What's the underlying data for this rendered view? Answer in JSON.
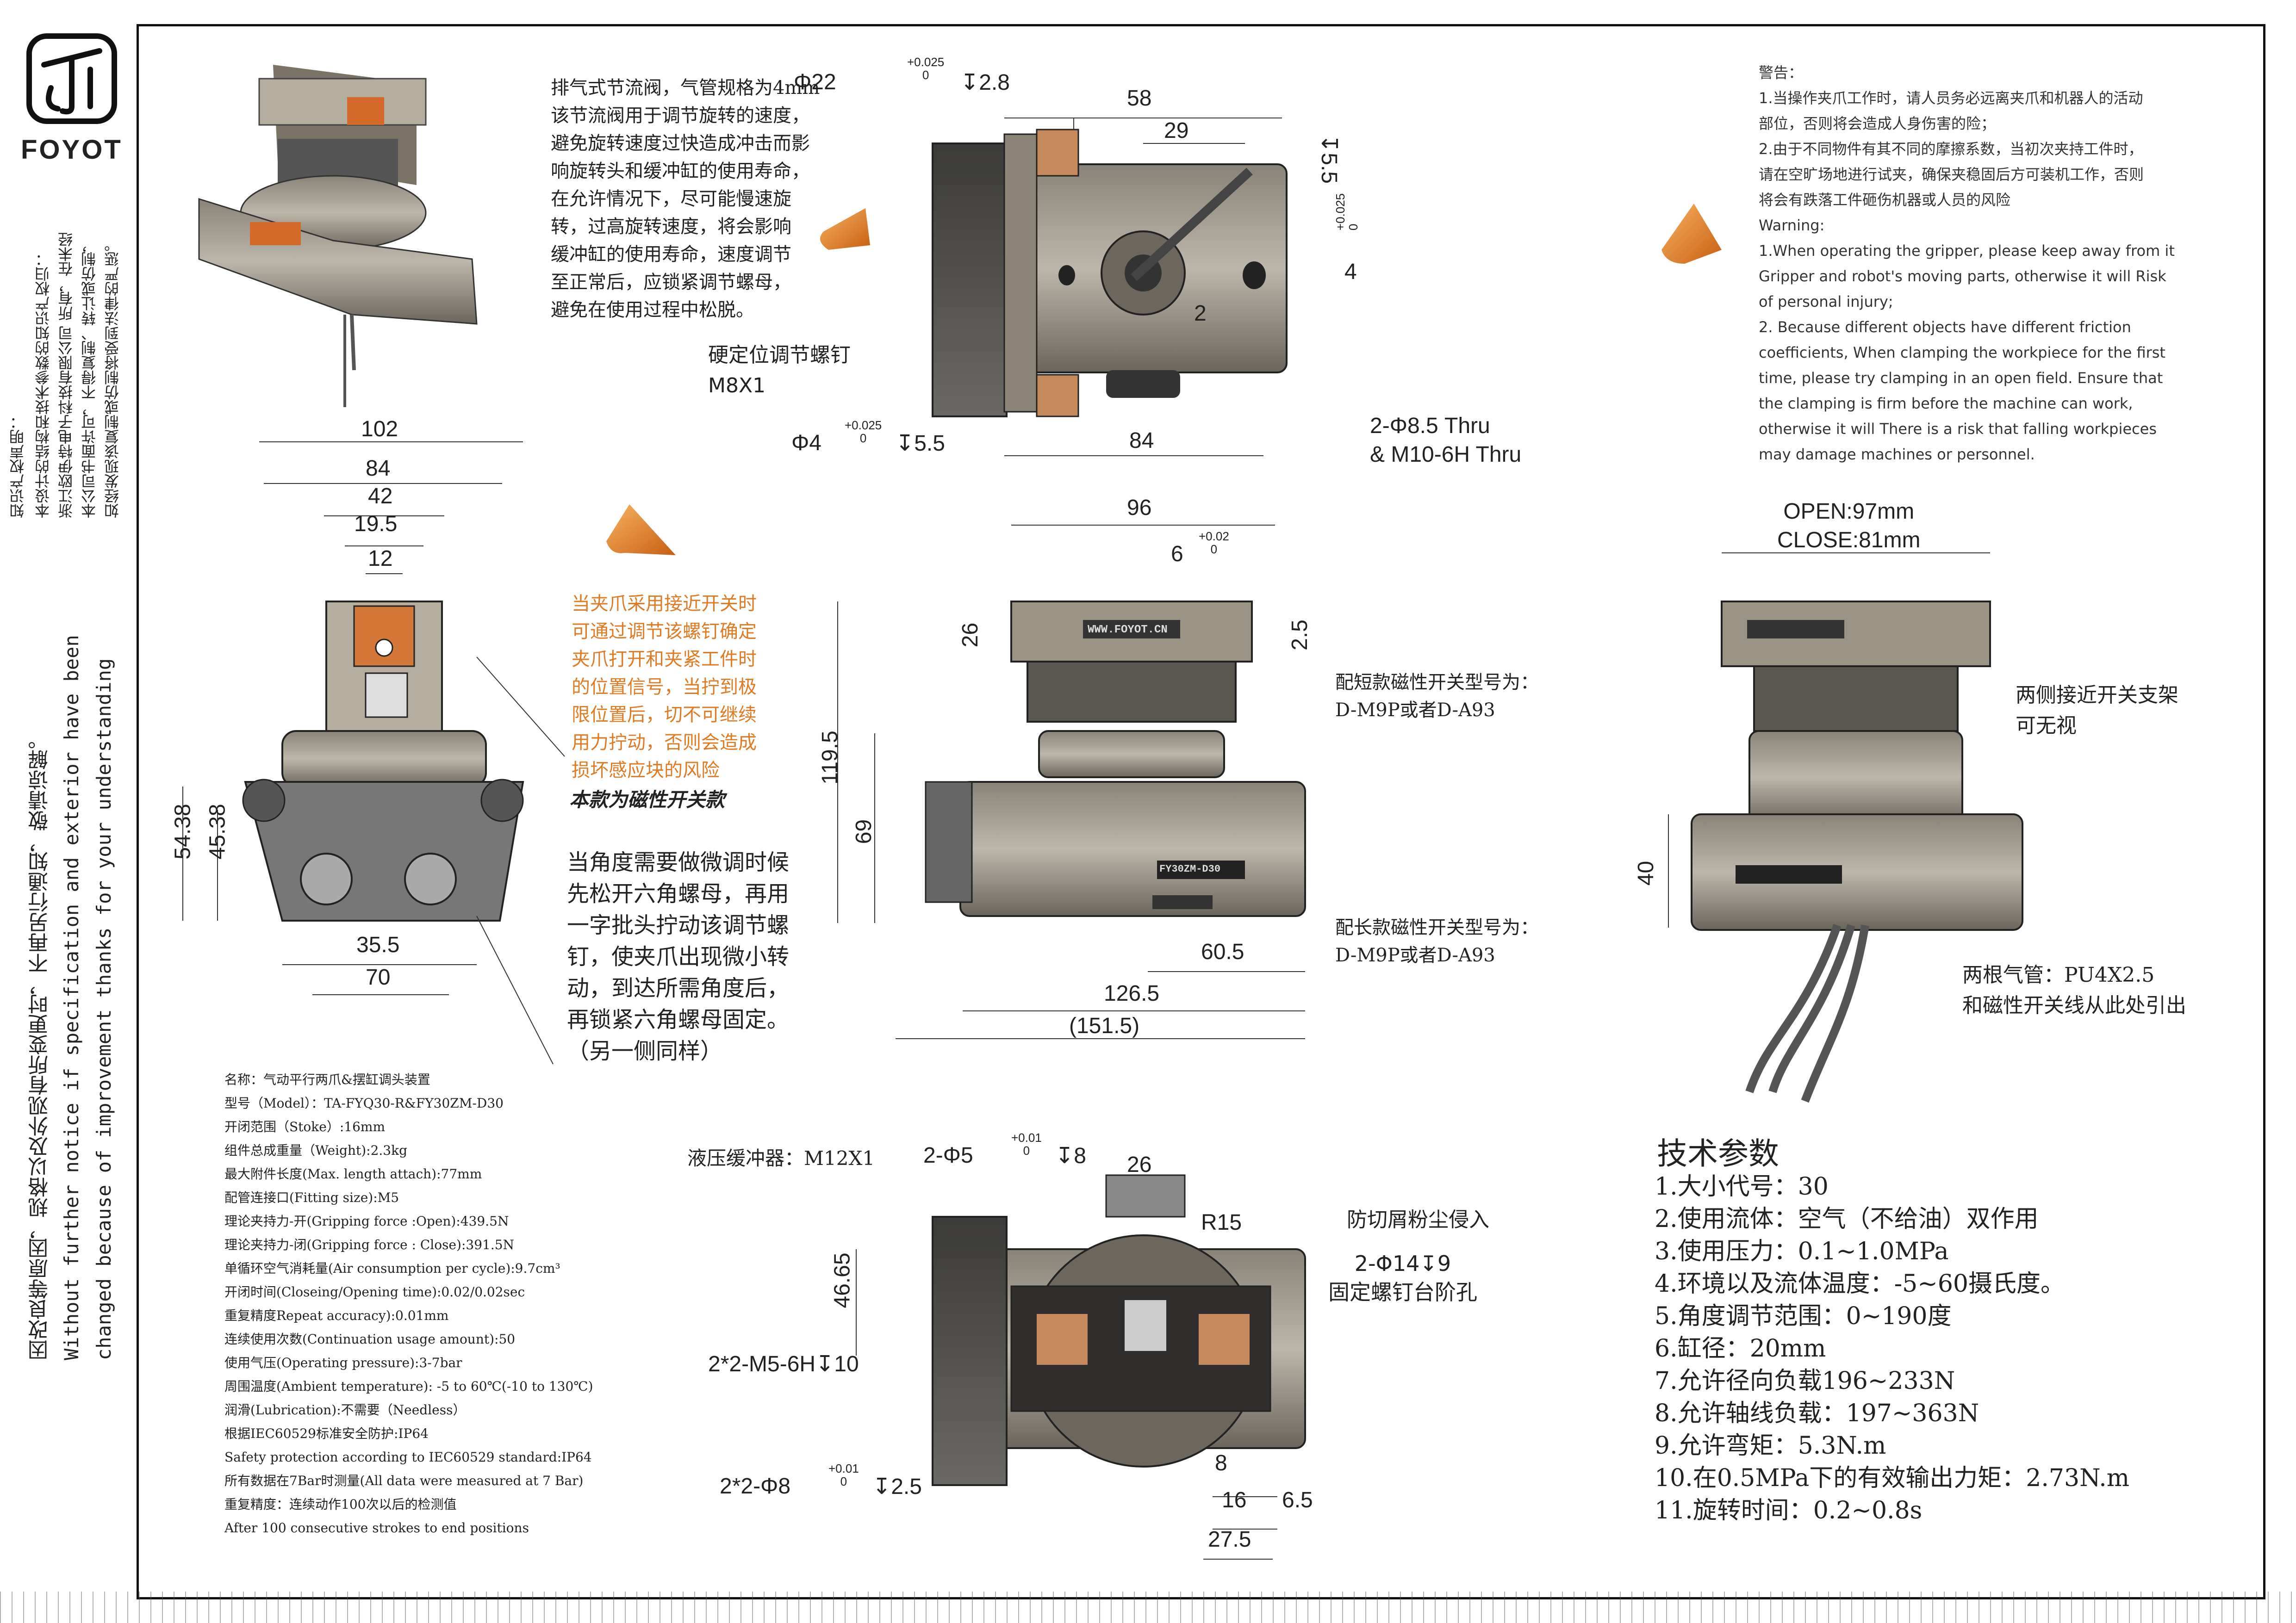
{
  "brand": {
    "name": "FOYOT"
  },
  "side_notes": {
    "ip_title": "知识产权声明：",
    "ip_line1": "本设计的结构和技术参数的知识产权归：",
    "ip_line2": "浙江欧伊特电子科技有限公司 所有，在未经",
    "ip_line3": "本公司书面许可，不得复制、转让或仿制，",
    "ip_line4": "如经发现该复制或仿制将受到法律的严惩。",
    "change_cn": "因改良等原因，规格以及外观有所变更时，不再另行通知，敬请谅解。",
    "change_en1": "Without further notice if specification and exterior have been",
    "change_en2": "changed because of improvement thanks for your understanding"
  },
  "notes": {
    "exhaust": "排气式节流阀，气管规格为4mm\n该节流阀用于调节旋转的速度，\n避免旋转速度过快造成冲击而影\n响旋转头和缓冲缸的使用寿命，\n在允许情况下，尽可能慢速旋\n转，过高旋转速度，将会影响\n缓冲缸的使用寿命，速度调节\n至正常后，应锁紧调节螺母，\n避免在使用过程中松脱。",
    "hard_stop": "硬定位调节螺钉\nM8X1",
    "proximity": "当夹爪采用接近开关时\n可通过调节该螺钉确定\n夹爪打开和夹紧工件时\n的位置信号，当拧到极\n限位置后，切不可继续\n用力拧动，否则会造成\n损坏感应块的风险",
    "magnetic": "本款为磁性开关款",
    "angle": "当角度需要做微调时候\n先松开六角螺母，再用\n一字批头拧动该调节螺\n钉，使夹爪出现微小转\n动，到达所需角度后，\n再锁紧六角螺母固定。\n（另一侧同样）",
    "short_switch": "配短款磁性开关型号为：\nD-M9P或者D-A93",
    "long_switch": "配长款磁性开关型号为：\nD-M9P或者D-A93",
    "side_bracket": "两侧接近开关支架\n可无视",
    "air_tubes": "两根气管：PU4X2.5\n和磁性开关线从此处引出",
    "open_close": "OPEN:97mm\nCLOSE:81mm",
    "hydraulic": "液压缓冲器：M12X1",
    "dust": "防切屑粉尘侵入",
    "counterbore": "2-Φ14↧9\n固定螺钉台阶孔",
    "thru": "2-Φ8.5 Thru\n& M10-6H Thru"
  },
  "warning": {
    "text": "警告：\n1.当操作夹爪工作时，请人员务必远离夹爪和机器人的活动\n部位，否则将会造成人身伤害的险；\n2.由于不同物件有其不同的摩擦系数，当初次夹持工件时，\n请在空旷场地进行试夹，确保夹稳固后方可装机工作，否则\n将会有跌落工件砸伤机器或人员的风险\nWarning:\n1.When operating the gripper, please keep away from it\nGripper and robot's moving parts, otherwise it will Risk\nof personal injury;\n2. Because different objects have different friction\ncoefficients, When clamping the workpiece for the first\ntime, please try clamping in an open field. Ensure that\nthe clamping is firm before the machine can work,\notherwise it will There is a risk that falling workpieces\nmay damage machines or personnel."
  },
  "spec": {
    "text": "名称：气动平行两爪&摆缸调头装置\n型号（Model）：TA-FYQ30-R&FY30ZM-D30\n开闭范围（Stoke）:16mm\n组件总成重量（Weight):2.3kg\n最大附件长度(Max. length attach):77mm\n配管连接口(Fitting size):M5\n理论夹持力-开(Gripping force :Open):439.5N\n理论夹持力-闭(Gripping force : Close):391.5N\n单循环空气消耗量(Air consumption per cycle):9.7cm³\n开闭时间(Closeing/Opening time):0.02/0.02sec\n重复精度Repeat accuracy):0.01mm\n连续使用次数(Continuation usage amount):50\n使用气压(Operating pressure):3-7bar\n周围温度(Ambient temperature): -5 to 60℃(-10 to 130℃)\n润滑(Lubrication):不需要（Needless）\n根据IEC60529标准安全防护:IP64\nSafety protection according to IEC60529 standard:IP64\n所有数据在7Bar时测量(All data were measured at 7 Bar)\n重复精度：连续动作100次以后的检测值\nAfter 100 consecutive strokes to end positions"
  },
  "tech": {
    "title": "技术参数",
    "lines": "1.大小代号：30\n2.使用流体：空气（不给油）双作用\n3.使用压力：0.1~1.0MPa\n4.环境以及流体温度：-5~60摄氏度。\n5.角度调节范围：0~190度\n6.缸径：20mm\n7.允许径向负载196~233N\n8.允许轴线负载：197~363N\n9.允许弯矩：5.3N.m\n10.在0.5MPa下的有效输出力矩：2.73N.m\n11.旋转时间：0.2~0.8s"
  },
  "dims": {
    "d22": "Φ22",
    "tol_a": "+0.025\n0",
    "d22_depth": "↧2.8",
    "d58": "58",
    "d29": "29",
    "d5_5": "↧5.5",
    "tol_b": "+0.025\n0",
    "d4": "4",
    "d2": "2",
    "d84_top": "84",
    "d4b": "Φ4",
    "tol_c": "+0.025\n0",
    "d4b_depth": "↧5.5",
    "d102": "102",
    "d84": "84",
    "d42": "42",
    "d19_5": "19.5",
    "d12": "12",
    "d54_38": "54.38",
    "d45_38": "45.38",
    "d35_5": "35.5",
    "d70": "70",
    "d96": "96",
    "d6": "6",
    "tol_d": "+0.02\n0",
    "d26": "26",
    "d2_5": "2.5",
    "d119_5": "119.5",
    "d69": "69",
    "d60_5": "60.5",
    "d126_5": "126.5",
    "d151_5": "(151.5)",
    "d40": "40",
    "d5": "2-Φ5",
    "tol_e": "+0.01\n0",
    "d5_depth": "↧8",
    "d26b": "26",
    "dR15": "R15",
    "d46_65": "46.65",
    "m5": "2*2-M5-6H↧10",
    "d8": "2*2-Φ8",
    "tol_f": "+0.01\n0",
    "d8_depth": "↧2.5",
    "d8b": "8",
    "d16": "16",
    "d6_5": "6.5",
    "d27_5": "27.5"
  },
  "plates": {
    "top_plate": "WWW.FOYOT.CN",
    "side_plate": "FY30ZM-D30"
  }
}
